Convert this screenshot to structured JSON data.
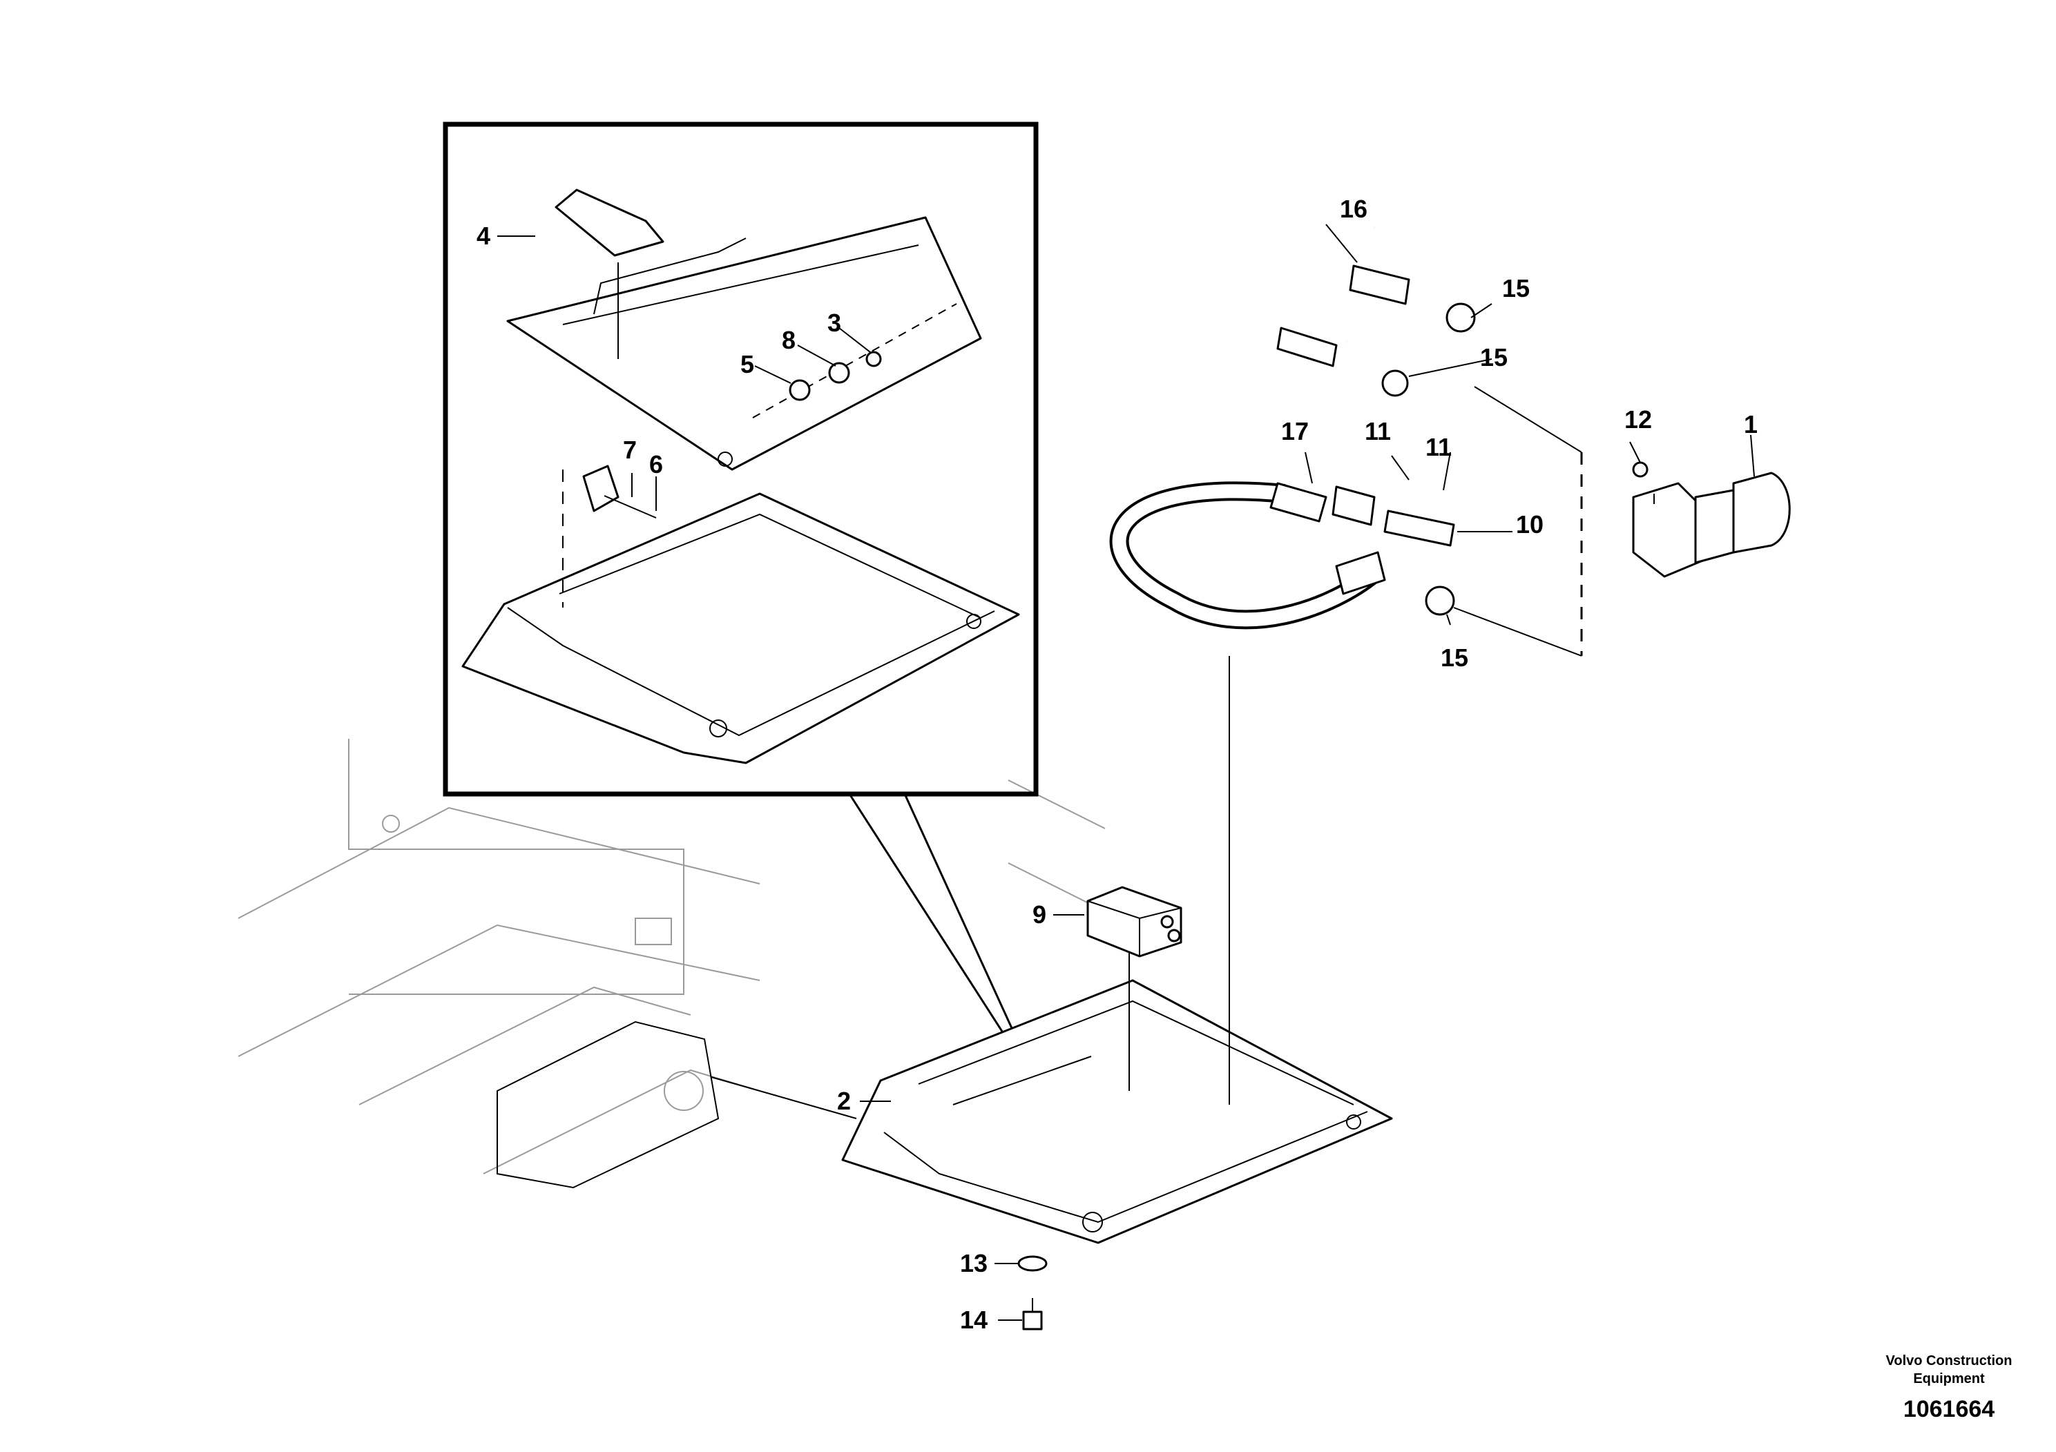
{
  "callouts": [
    {
      "id": "1",
      "label": "1"
    },
    {
      "id": "2",
      "label": "2"
    },
    {
      "id": "3",
      "label": "3"
    },
    {
      "id": "4",
      "label": "4"
    },
    {
      "id": "5",
      "label": "5"
    },
    {
      "id": "6",
      "label": "6"
    },
    {
      "id": "7",
      "label": "7"
    },
    {
      "id": "8",
      "label": "8"
    },
    {
      "id": "9",
      "label": "9"
    },
    {
      "id": "10",
      "label": "10"
    },
    {
      "id": "11a",
      "label": "11"
    },
    {
      "id": "11b",
      "label": "11"
    },
    {
      "id": "12",
      "label": "12"
    },
    {
      "id": "13",
      "label": "13"
    },
    {
      "id": "14",
      "label": "14"
    },
    {
      "id": "15a",
      "label": "15"
    },
    {
      "id": "15b",
      "label": "15"
    },
    {
      "id": "15c",
      "label": "15"
    },
    {
      "id": "16",
      "label": "16"
    },
    {
      "id": "17",
      "label": "17"
    }
  ],
  "footer": {
    "company_line1": "Volvo Construction",
    "company_line2": "Equipment",
    "drawing_number": "1061664"
  }
}
